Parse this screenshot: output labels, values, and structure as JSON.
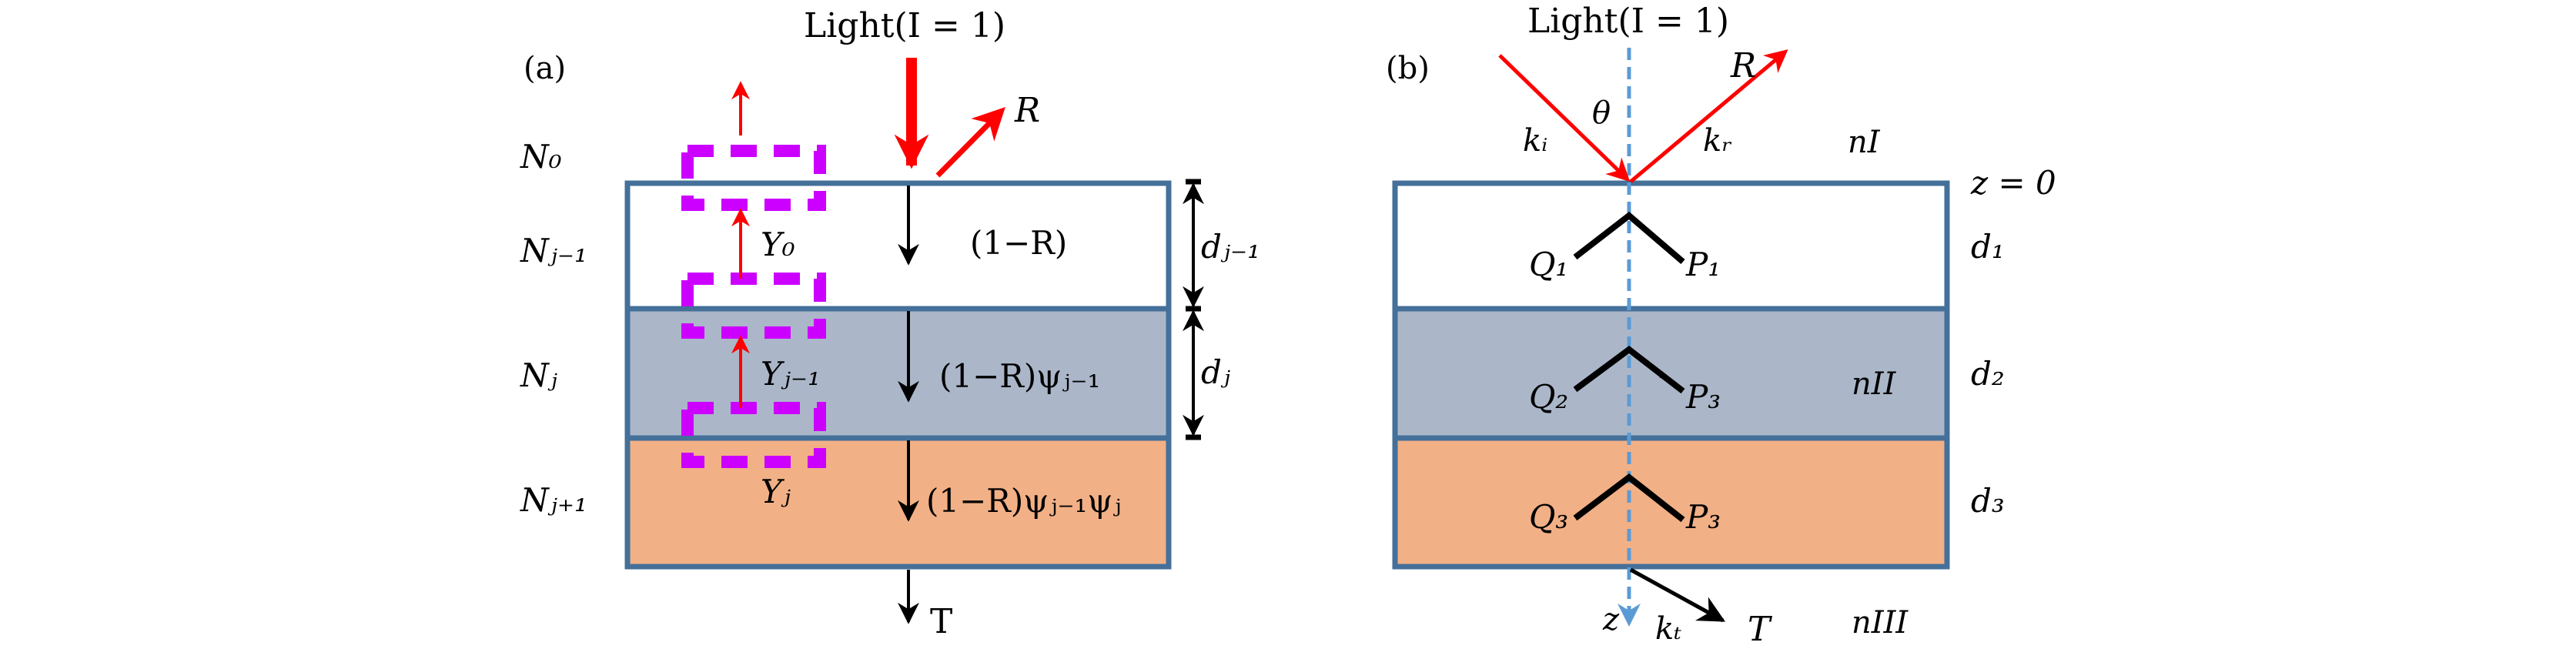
{
  "colors": {
    "layer_border": "#44709a",
    "layer1_fill": "#ffffff",
    "layer2_fill": "#abb7c9",
    "layer3_fill": "#f2b086",
    "red": "#ff0000",
    "magenta": "#cc00ff",
    "axis_blue": "#5b9bd5",
    "black": "#000000"
  },
  "panel_a": {
    "tag": "(a)",
    "light_label": "Light(I = 1)",
    "reflect_label": "R",
    "medium_labels": [
      "N₀",
      "Nⱼ₋₁",
      "Nⱼ",
      "Nⱼ₊₁"
    ],
    "admittance_labels": [
      "Y₀",
      "Yⱼ₋₁",
      "Yⱼ"
    ],
    "intensity_labels": [
      "(1−R)",
      "(1−R)ψⱼ₋₁",
      "(1−R)ψⱼ₋₁ψⱼ"
    ],
    "thickness_labels": [
      "dⱼ₋₁",
      "dⱼ"
    ],
    "transmit_label": "T"
  },
  "panel_b": {
    "tag": "(b)",
    "light_label": "Light(I = 1)",
    "reflect_label": "R",
    "angle_label": "θ",
    "incident_k": "kᵢ",
    "reflected_k": "kᵣ",
    "surface_label": "z = 0",
    "medium_top": "nI",
    "medium_mid": "nII",
    "medium_bottom": "nIII",
    "thickness_labels": [
      "d₁",
      "d₂",
      "d₃"
    ],
    "q_labels": [
      "Q₁",
      "Q₂",
      "Q₃"
    ],
    "p_labels": [
      "P₁",
      "P₃",
      "P₃"
    ],
    "axis_label": "z",
    "transmit_k": "kₜ",
    "transmit_label": "T"
  }
}
